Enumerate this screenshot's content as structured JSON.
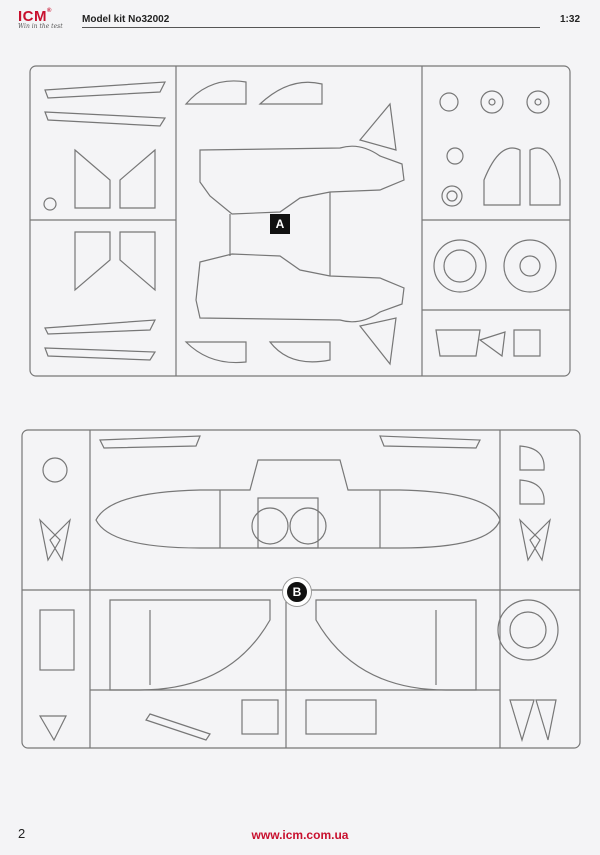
{
  "brand": {
    "logo": "ICM",
    "tagline": "Win in the test"
  },
  "header": {
    "title": "Model kit No32002",
    "scale": "1:32"
  },
  "sprues": [
    {
      "label": "A"
    },
    {
      "label": "B"
    }
  ],
  "footer": {
    "page": "2",
    "url": "www.icm.com.ua"
  },
  "colors": {
    "brand": "#c8102e",
    "line": "#777777"
  }
}
